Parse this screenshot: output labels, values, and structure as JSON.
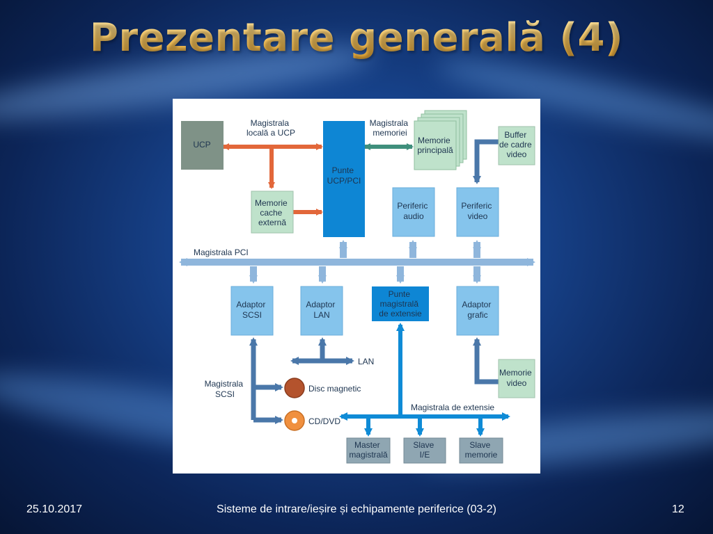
{
  "slide": {
    "title": "Prezentare generală (4)",
    "footer_date": "25.10.2017",
    "footer_text": "Sisteme de intrare/ieșire și echipamente periferice (03-2)",
    "page_number": "12"
  },
  "diagram": {
    "blocks": {
      "ucp": [
        "UCP"
      ],
      "punte_ucp_pci": [
        "Punte",
        "UCP/PCI"
      ],
      "memorie_cache": [
        "Memorie",
        "cache",
        "externă"
      ],
      "memorie_principala": [
        "Memorie",
        "principală"
      ],
      "buffer_cadre": [
        "Buffer",
        "de cadre",
        "video"
      ],
      "periferic_audio": [
        "Periferic",
        "audio"
      ],
      "periferic_video": [
        "Periferic",
        "video"
      ],
      "adaptor_scsi": [
        "Adaptor",
        "SCSI"
      ],
      "adaptor_lan": [
        "Adaptor",
        "LAN"
      ],
      "punte_extensie": [
        "Punte",
        "magistrală",
        "de extensie"
      ],
      "adaptor_grafic": [
        "Adaptor",
        "grafic"
      ],
      "memorie_video": [
        "Memorie",
        "video"
      ],
      "master": [
        "Master",
        "magistrală"
      ],
      "slave_ie": [
        "Slave",
        "I/E"
      ],
      "slave_memorie": [
        "Slave",
        "memorie"
      ]
    },
    "labels": {
      "magistrala_locala": [
        "Magistrala",
        "locală a UCP"
      ],
      "magistrala_memoriei": [
        "Magistrala",
        "memoriei"
      ],
      "magistrala_pci": [
        "Magistrala PCI"
      ],
      "lan": [
        "LAN"
      ],
      "magistrala_scsi": [
        "Magistrala",
        "SCSI"
      ],
      "disc_magnetic": [
        "Disc magnetic"
      ],
      "cd_dvd": [
        "CD/DVD"
      ],
      "magistrala_extensie": [
        "Magistrala de extensie"
      ]
    },
    "colors": {
      "cpu_gray": "#7f9287",
      "green_block": "#bfe2cb",
      "light_blue_block": "#85c4ec",
      "dark_blue_block": "#0e86d4",
      "orange_arrow": "#e2673a",
      "green_arrow": "#3f8f7c",
      "pci_arrow": "#8fb6dc",
      "dark_arrow": "#4a77a9",
      "ext_arrow": "#0f8bd6",
      "disc_brown": "#b4532d",
      "cd_orange": "#f0903f"
    }
  }
}
